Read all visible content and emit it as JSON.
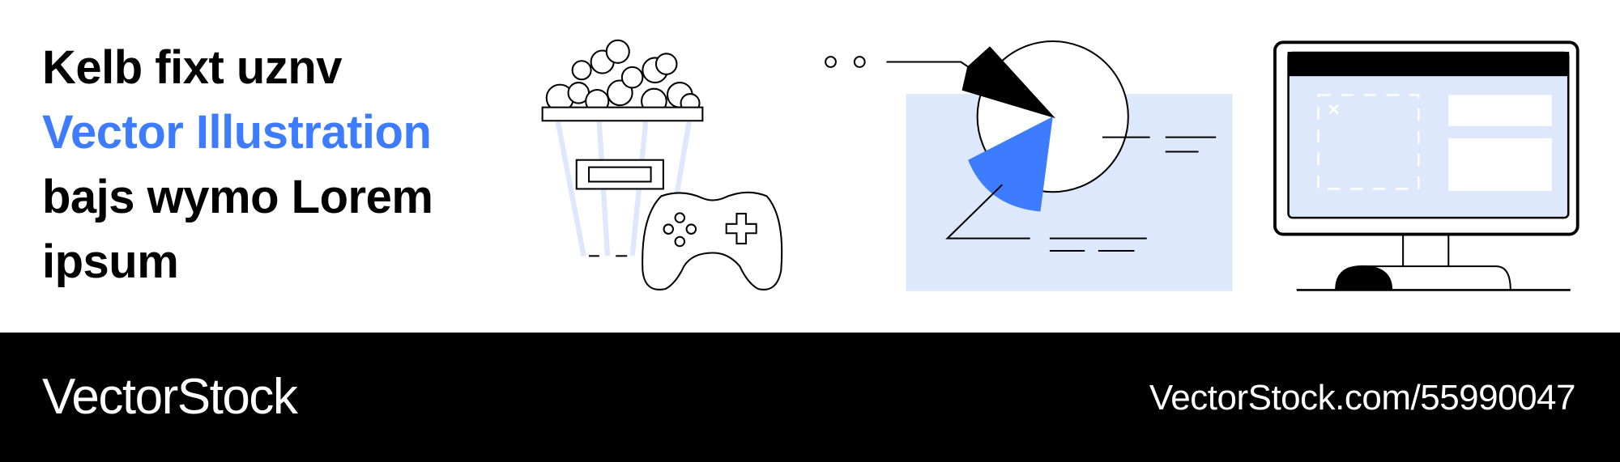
{
  "headline": {
    "line1": "Kelb fixt uznv",
    "line2": "Vector Illustration",
    "line3": "bajs wymo Lorem",
    "line4": "ipsum"
  },
  "footer": {
    "logo": "VectorStock",
    "url": "VectorStock.com/55990047"
  },
  "colors": {
    "accent": "#3d7cff",
    "light_blue": "#dee8fc",
    "footer_bg": "#000000"
  }
}
